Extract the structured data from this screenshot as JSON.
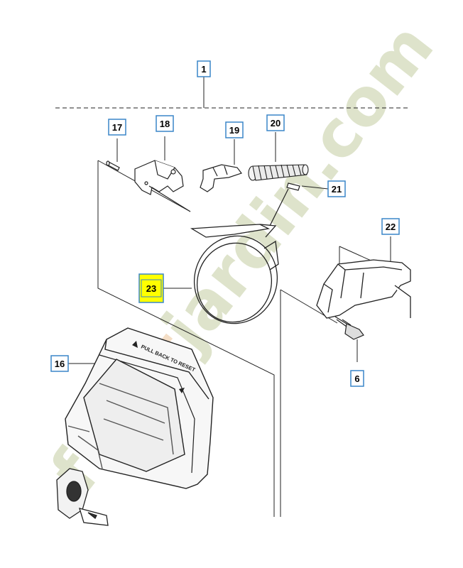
{
  "callouts": [
    {
      "id": "1",
      "label": "1"
    },
    {
      "id": "17",
      "label": "17"
    },
    {
      "id": "18",
      "label": "18"
    },
    {
      "id": "19",
      "label": "19"
    },
    {
      "id": "20",
      "label": "20"
    },
    {
      "id": "21",
      "label": "21"
    },
    {
      "id": "22",
      "label": "22"
    },
    {
      "id": "23",
      "label": "23",
      "highlighted": true
    },
    {
      "id": "16",
      "label": "16"
    },
    {
      "id": "6",
      "label": "6"
    }
  ],
  "part_text": {
    "pull_back_to_reset": "PULL BACK TO RESET"
  },
  "watermark": {
    "prefix": "for",
    "middle": "et",
    "suffix": "jardin.com",
    "color_main": "#d9dfc2",
    "color_accent": "#f3d9bd"
  },
  "colors": {
    "callout_border": "#3a86c8",
    "highlight_fill": "#ffff00",
    "line": "#222222"
  }
}
